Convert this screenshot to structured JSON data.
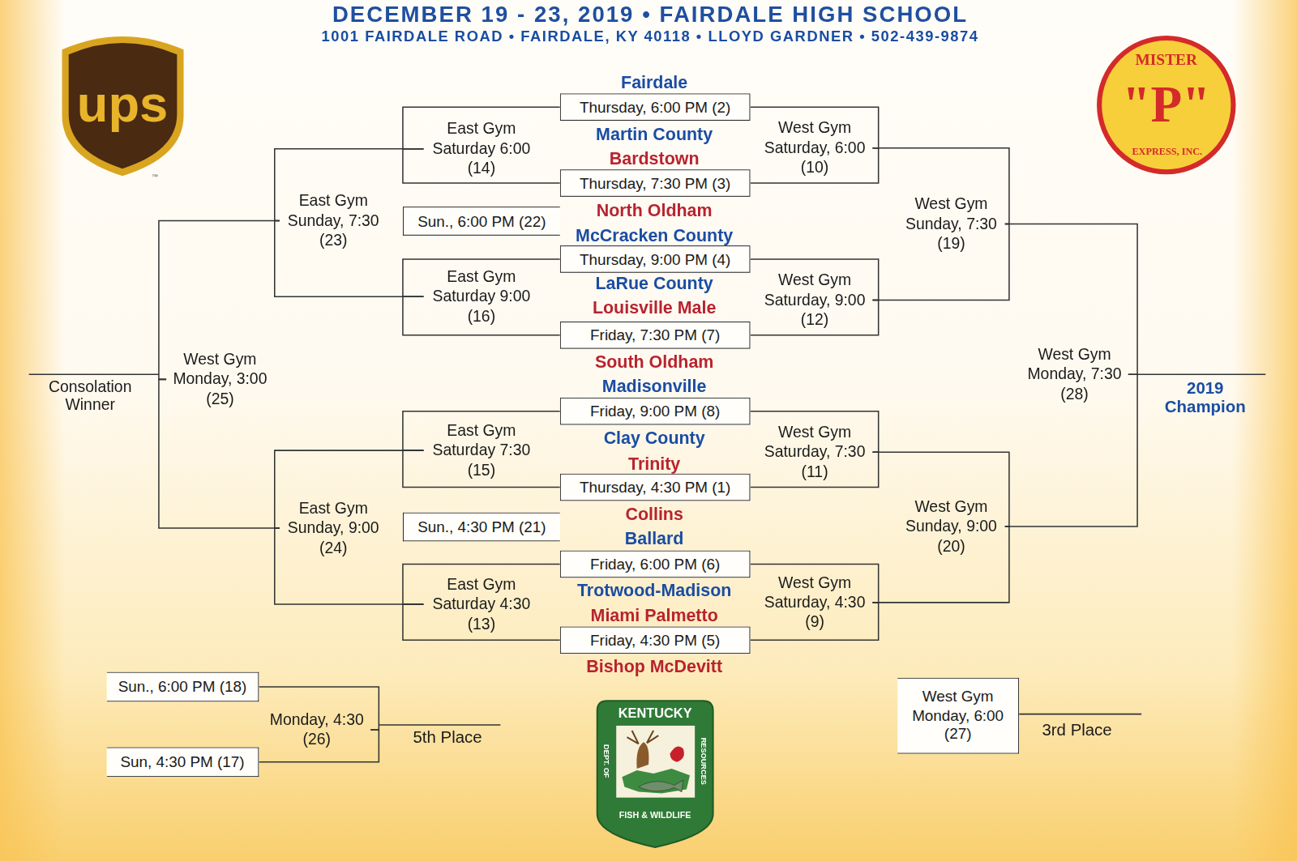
{
  "diagram": {
    "title": "DECEMBER 19 - 23, 2019 • FAIRDALE HIGH SCHOOL",
    "nodes": [
      {
        "text": [
          "Thursday, 6:00 PM (2)"
        ]
      },
      {
        "text": [
          "Thursday, 7:30 PM (3)"
        ]
      },
      {
        "text": [
          "Thursday, 9:00 PM (4)"
        ]
      },
      {
        "text": [
          "Friday, 7:30 PM (7)"
        ]
      },
      {
        "text": [
          "Friday, 9:00 PM (8)"
        ]
      },
      {
        "text": [
          "Thursday, 4:30 PM (1)"
        ]
      },
      {
        "text": [
          "Friday, 6:00 PM (6)"
        ]
      },
      {
        "text": [
          "Friday, 4:30 PM (5)"
        ]
      },
      {
        "text": [
          "Sun., 6:00 PM (22)"
        ]
      },
      {
        "text": [
          "Sun., 4:30 PM (21)"
        ]
      },
      {
        "text": [
          "East Gym Saturday 6:00 (14)"
        ]
      },
      {
        "text": [
          "East Gym Saturday 9:00 (16)"
        ]
      },
      {
        "text": [
          "East Gym Saturday 7:30 (15)"
        ]
      },
      {
        "text": [
          "East Gym Saturday 4:30 (13)"
        ]
      },
      {
        "text": [
          "West Gym Saturday, 6:00 (10)"
        ]
      },
      {
        "text": [
          "West Gym Saturday, 9:00 (12)"
        ]
      },
      {
        "text": [
          "West Gym Saturday, 7:30 (11)"
        ]
      },
      {
        "text": [
          "West Gym Saturday, 4:30 (9)"
        ]
      },
      {
        "text": [
          "East Gym Sunday, 7:30 (23)"
        ]
      },
      {
        "text": [
          "East Gym Sunday, 9:00 (24)"
        ]
      },
      {
        "text": [
          "West Gym Sunday, 7:30 (19)"
        ]
      },
      {
        "text": [
          "West Gym Sunday, 9:00 (20)"
        ]
      },
      {
        "text": [
          "West Gym Monday, 3:00 (25)"
        ]
      },
      {
        "text": [
          "West Gym Monday, 7:30 (28)"
        ]
      },
      {
        "text": [
          "Sun., 6:00 PM (18)"
        ]
      },
      {
        "text": [
          "Sun, 4:30 PM (17)"
        ]
      },
      {
        "text": [
          "Monday, 4:30 (26)"
        ]
      },
      {
        "text": [
          "West Gym Monday, 6:00 (27)"
        ]
      }
    ],
    "edges": [
      {
        "from": 0,
        "to": 10,
        "arrow": "none"
      },
      {
        "from": 1,
        "to": 10,
        "arrow": "none"
      },
      {
        "from": 2,
        "to": 11,
        "arrow": "none"
      },
      {
        "from": 3,
        "to": 11,
        "arrow": "none"
      },
      {
        "from": 4,
        "to": 12,
        "arrow": "none"
      },
      {
        "from": 5,
        "to": 12,
        "arrow": "none"
      },
      {
        "from": 6,
        "to": 13,
        "arrow": "none"
      },
      {
        "from": 7,
        "to": 13,
        "arrow": "none"
      },
      {
        "from": 0,
        "to": 14,
        "arrow": "none"
      },
      {
        "from": 1,
        "to": 14,
        "arrow": "none"
      },
      {
        "from": 2,
        "to": 15,
        "arrow": "none"
      },
      {
        "from": 3,
        "to": 15,
        "arrow": "none"
      },
      {
        "from": 4,
        "to": 16,
        "arrow": "none"
      },
      {
        "from": 5,
        "to": 16,
        "arrow": "none"
      },
      {
        "from": 6,
        "to": 17,
        "arrow": "none"
      },
      {
        "from": 7,
        "to": 17,
        "arrow": "none"
      },
      {
        "from": 10,
        "to": 18,
        "arrow": "none"
      },
      {
        "from": 11,
        "to": 18,
        "arrow": "none"
      },
      {
        "from": 12,
        "to": 19,
        "arrow": "none"
      },
      {
        "from": 13,
        "to": 19,
        "arrow": "none"
      },
      {
        "from": 14,
        "to": 20,
        "arrow": "none"
      },
      {
        "from": 15,
        "to": 20,
        "arrow": "none"
      },
      {
        "from": 16,
        "to": 21,
        "arrow": "none"
      },
      {
        "from": 17,
        "to": 21,
        "arrow": "none"
      },
      {
        "from": 18,
        "to": 22,
        "arrow": "none"
      },
      {
        "from": 19,
        "to": 22,
        "arrow": "none"
      },
      {
        "from": 20,
        "to": 23,
        "arrow": "none"
      },
      {
        "from": 21,
        "to": 23,
        "arrow": "none"
      },
      {
        "from": 24,
        "to": 26,
        "arrow": "none"
      },
      {
        "from": 25,
        "to": 26,
        "arrow": "none"
      }
    ],
    "labels": [
      "1001 FAIRDALE ROAD • FAIRDALE, KY 40118 • LLOYD GARDNER • 502-439-9874",
      "Fairdale",
      "Martin County",
      "Bardstown",
      "North Oldham",
      "McCracken County",
      "LaRue County",
      "Louisville Male",
      "South Oldham",
      "Madisonville",
      "Clay County",
      "Trinity",
      "Collins",
      "Ballard",
      "Trotwood-Madison",
      "Miami Palmetto",
      "Bishop McDevitt",
      "Consolation Winner",
      "2019 Champion",
      "5th Place",
      "3rd Place",
      "ups",
      "™",
      "MISTER",
      "\"P\"",
      "EXPRESS, INC.",
      "KENTUCKY",
      "DEPT. OF",
      "RESOURCES",
      "FISH & WILDLIFE"
    ]
  }
}
